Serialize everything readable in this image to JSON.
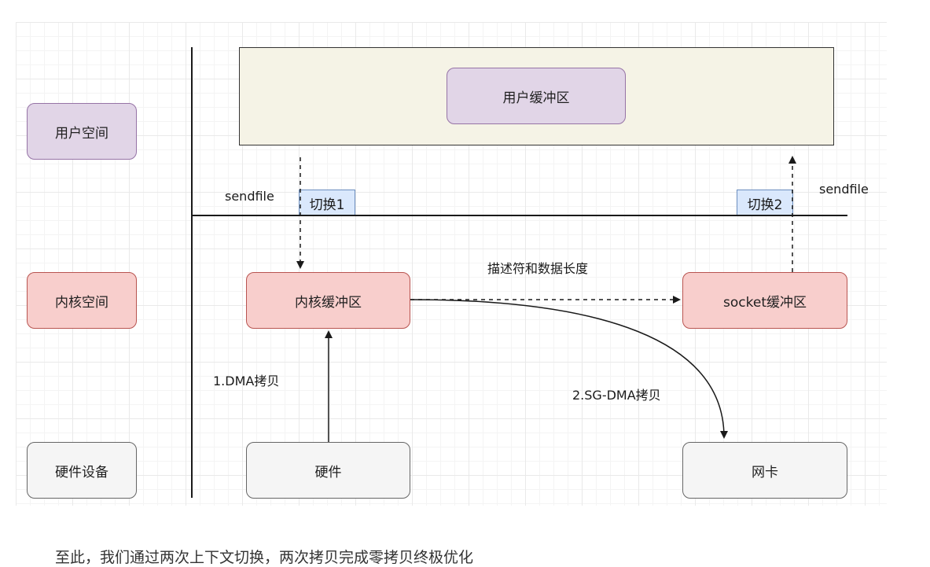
{
  "diagram": {
    "zones": {
      "user": "用户空间",
      "kernel": "内核空间",
      "hardware": "硬件设备"
    },
    "nodes": {
      "user_buffer": "用户缓冲区",
      "kernel_buffer": "内核缓冲区",
      "socket_buffer": "socket缓冲区",
      "hardware": "硬件",
      "nic": "网卡"
    },
    "switches": {
      "switch1": "切换1",
      "switch2": "切换2"
    },
    "labels": {
      "sendfile_left": "sendfile",
      "sendfile_right": "sendfile",
      "descriptor": "描述符和数据长度",
      "dma_copy": "1.DMA拷贝",
      "sg_dma_copy": "2.SG-DMA拷贝"
    }
  },
  "caption": "至此，我们通过两次上下文切换，两次拷贝完成零拷贝终极优化"
}
